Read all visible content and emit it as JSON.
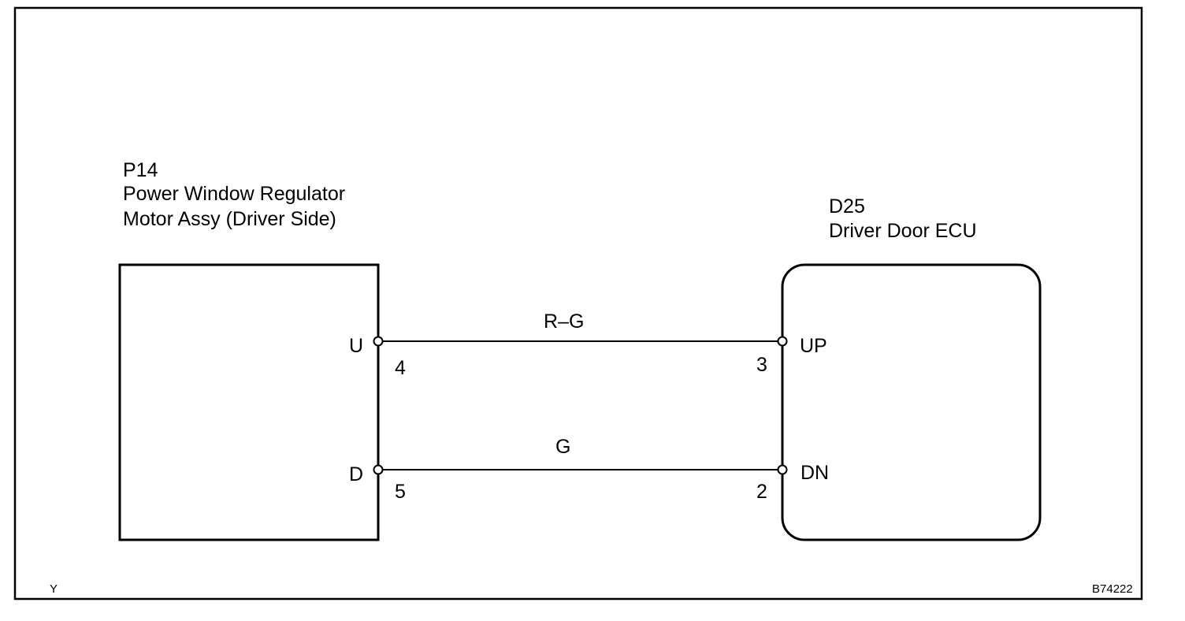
{
  "components": {
    "left": {
      "code": "P14",
      "name_line1": "Power Window Regulator",
      "name_line2": "Motor Assy (Driver Side)",
      "pins": [
        {
          "terminal": "U",
          "number": "4"
        },
        {
          "terminal": "D",
          "number": "5"
        }
      ]
    },
    "right": {
      "code": "D25",
      "name": "Driver Door ECU",
      "pins": [
        {
          "terminal": "UP",
          "number": "3"
        },
        {
          "terminal": "DN",
          "number": "2"
        }
      ]
    }
  },
  "wires": [
    {
      "color_code": "R–G",
      "from": "U",
      "to": "UP"
    },
    {
      "color_code": "G",
      "from": "D",
      "to": "DN"
    }
  ],
  "footer": {
    "left_mark": "Y",
    "figure_id": "B74222"
  }
}
